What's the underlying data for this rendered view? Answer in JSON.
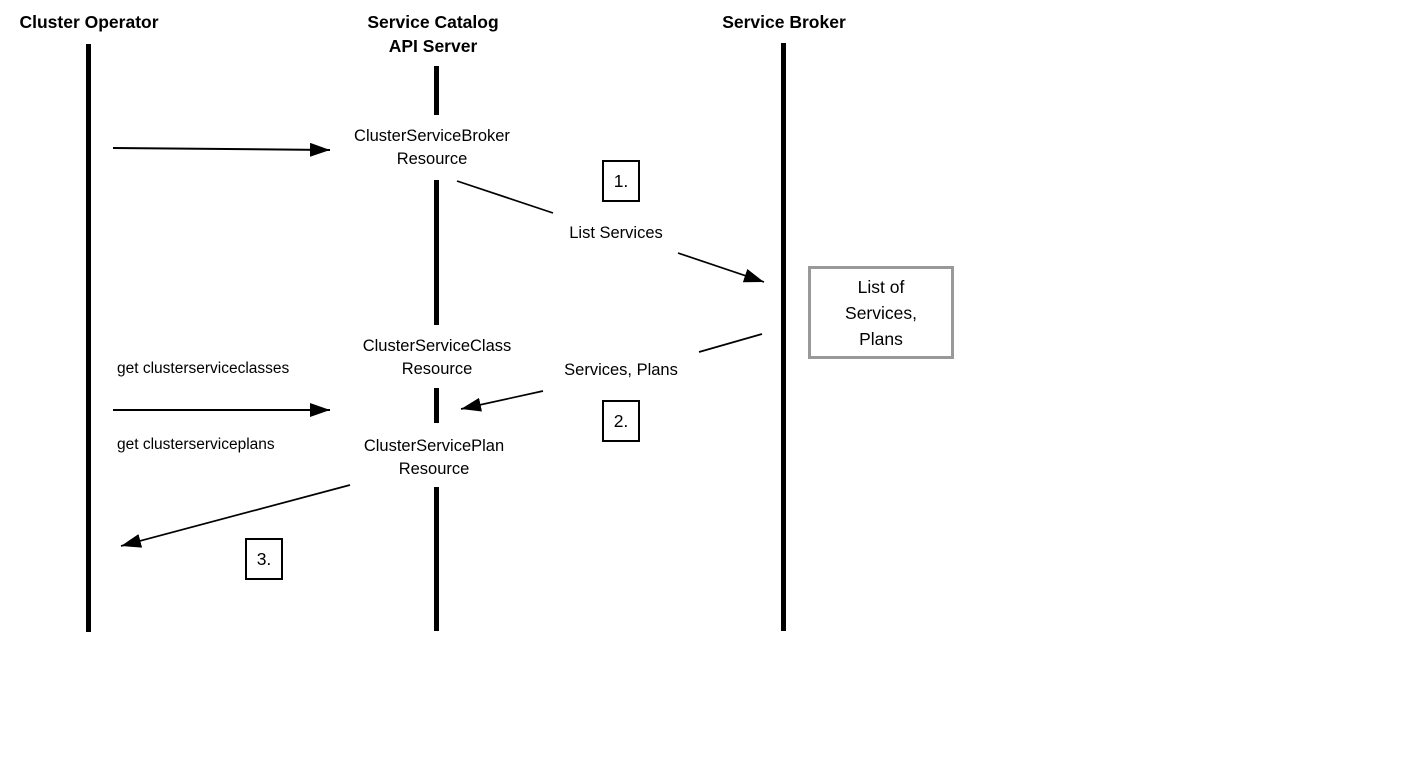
{
  "actors": {
    "operator": "Cluster Operator",
    "api_server": "Service Catalog\nAPI Server",
    "broker": "Service Broker"
  },
  "nodes": {
    "broker_resource": "ClusterServiceBroker\nResource",
    "class_resource": "ClusterServiceClass\nResource",
    "plan_resource": "ClusterServicePlan\nResource"
  },
  "messages": {
    "list_services": "List Services",
    "services_plans": "Services, Plans",
    "get_clusterserviceclasses": "get clusterserviceclasses",
    "get_clusterserviceplans": "get clusterserviceplans"
  },
  "steps": {
    "one": "1.",
    "two": "2.",
    "three": "3."
  },
  "broker_result_box": "List of\nServices,\nPlans",
  "colors": {
    "line": "#000000",
    "result_box_border": "#999999",
    "background": "#ffffff"
  }
}
